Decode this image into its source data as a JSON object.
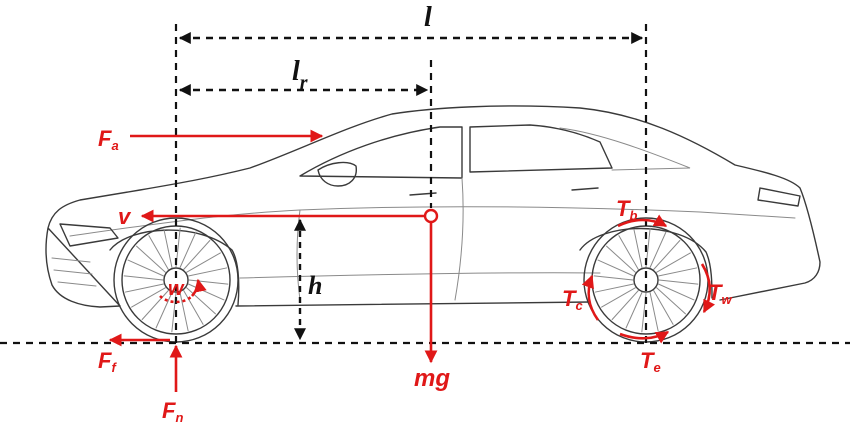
{
  "labels": {
    "wheelbase": "l",
    "rear_distance_base": "l",
    "rear_distance_sub": "r",
    "height": "h",
    "aero_force_base": "F",
    "aero_force_sub": "a",
    "velocity": "v",
    "angular_speed": "w",
    "gravity": "mg",
    "friction_base": "F",
    "friction_sub": "f",
    "normal_base": "F",
    "normal_sub": "n",
    "brake_torque_base": "T",
    "brake_torque_sub": "b",
    "wheel_torque_base": "T",
    "wheel_torque_sub": "w",
    "rolling_torque_base": "T",
    "rolling_torque_sub": "c",
    "engine_torque_base": "T",
    "engine_torque_sub": "e"
  },
  "colors": {
    "force": "#e01818",
    "sketch": "#3a3a3a",
    "dimension": "#111111"
  }
}
